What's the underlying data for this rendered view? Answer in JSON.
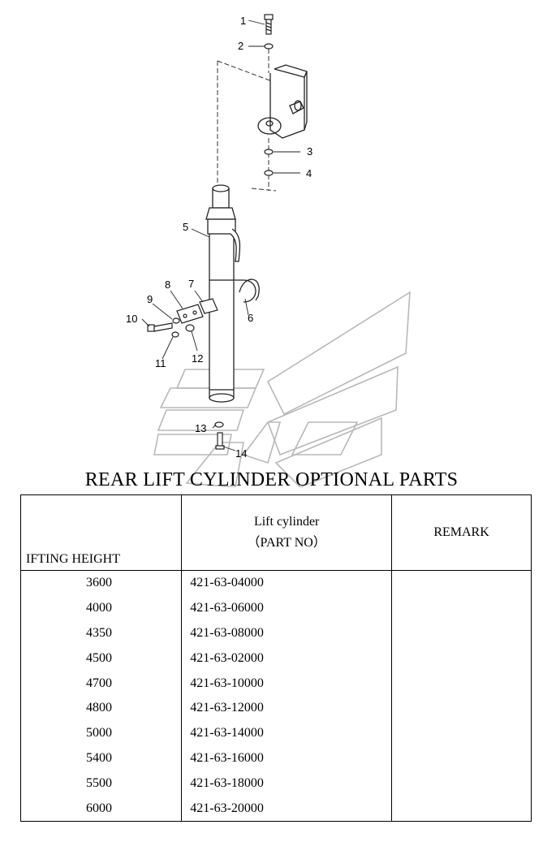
{
  "diagram": {
    "callouts": [
      "1",
      "2",
      "3",
      "4",
      "5",
      "6",
      "7",
      "8",
      "9",
      "10",
      "11",
      "12",
      "13",
      "14"
    ]
  },
  "title": "REAR LIFT CYLINDER OPTIONAL PARTS",
  "table": {
    "header": {
      "lifting_height": "IFTING HEIGHT",
      "cylinder_line1": "Lift cylinder",
      "cylinder_line2": "（PART NO）",
      "remark": "REMARK"
    },
    "rows": [
      {
        "height": "3600",
        "part": "421-63-04000",
        "remark": ""
      },
      {
        "height": "4000",
        "part": "421-63-06000",
        "remark": ""
      },
      {
        "height": "4350",
        "part": "421-63-08000",
        "remark": ""
      },
      {
        "height": "4500",
        "part": "421-63-02000",
        "remark": ""
      },
      {
        "height": "4700",
        "part": "421-63-10000",
        "remark": ""
      },
      {
        "height": "4800",
        "part": "421-63-12000",
        "remark": ""
      },
      {
        "height": "5000",
        "part": "421-63-14000",
        "remark": ""
      },
      {
        "height": "5400",
        "part": "421-63-16000",
        "remark": ""
      },
      {
        "height": "5500",
        "part": "421-63-18000",
        "remark": ""
      },
      {
        "height": "6000",
        "part": "421-63-20000",
        "remark": ""
      }
    ]
  }
}
